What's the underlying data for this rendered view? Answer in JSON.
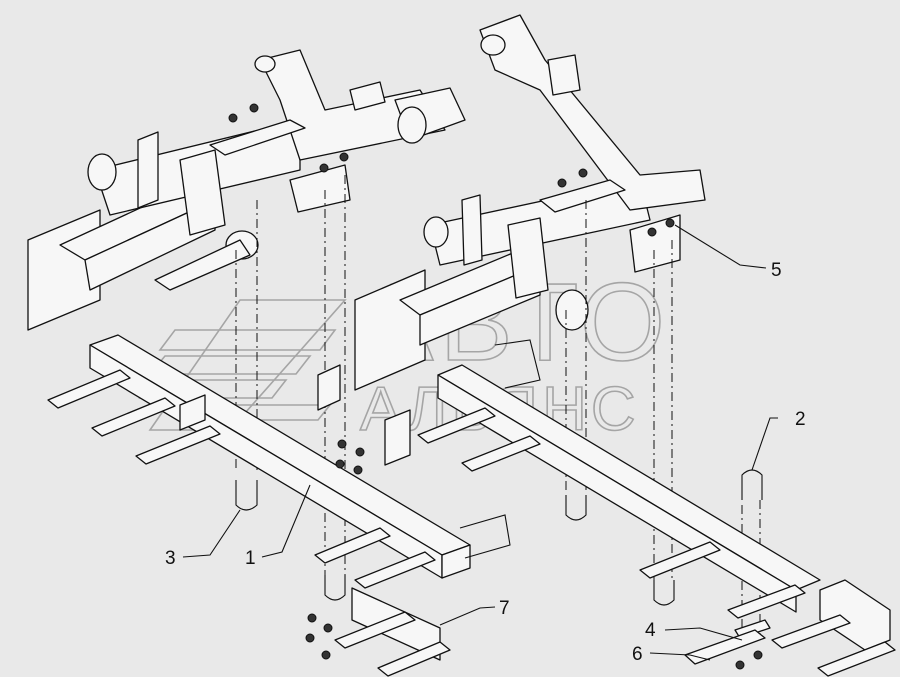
{
  "watermark": {
    "line1": "АВТО",
    "line2": "АЛЬЯНС"
  },
  "callouts": [
    {
      "id": "1",
      "label": "1"
    },
    {
      "id": "2",
      "label": "2"
    },
    {
      "id": "3",
      "label": "3"
    },
    {
      "id": "4",
      "label": "4"
    },
    {
      "id": "5",
      "label": "5"
    },
    {
      "id": "6",
      "label": "6"
    },
    {
      "id": "7",
      "label": "7"
    }
  ],
  "colors": {
    "background": "#e9e9e9",
    "line": "#111111",
    "watermark": "#9a9a9a"
  }
}
